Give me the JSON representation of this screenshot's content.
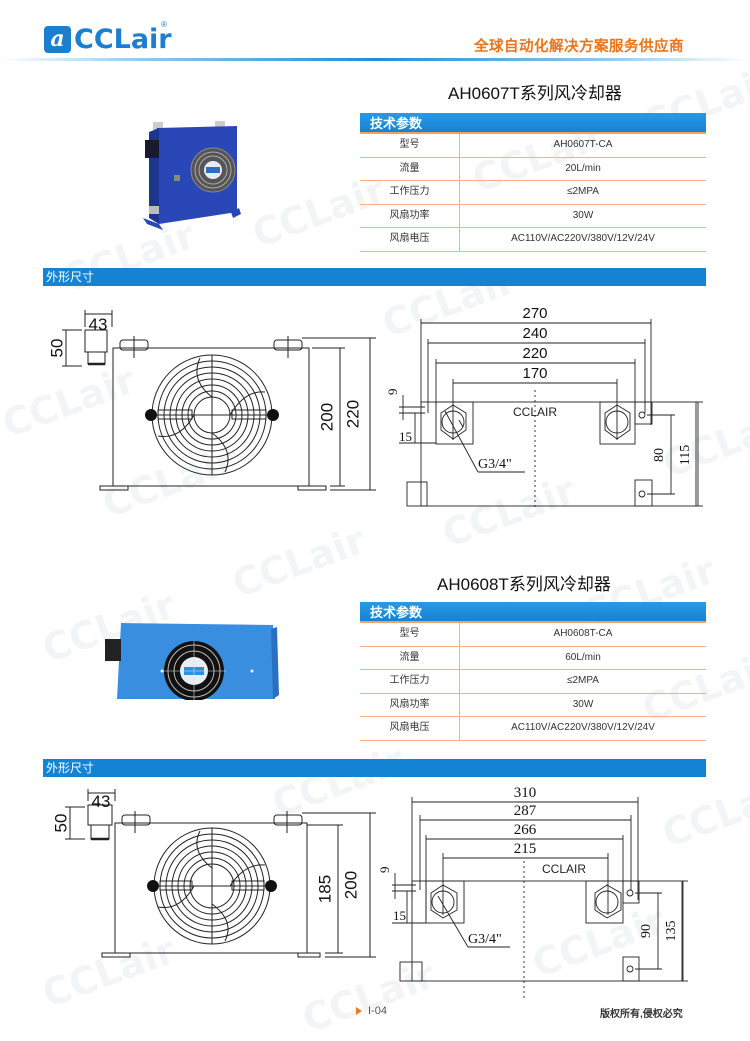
{
  "header": {
    "brand": "CCLair",
    "logo_mark": "a",
    "reg_symbol": "®",
    "slogan": "全球自动化解决方案服务供应商"
  },
  "products": [
    {
      "title": "AH0607T系列风冷却器",
      "spec_header": "技术参数",
      "specs": [
        {
          "label": "型号",
          "value": "AH0607T-CA"
        },
        {
          "label": "流量",
          "value": "20L/min"
        },
        {
          "label": "工作压力",
          "value": "≤2MPA"
        },
        {
          "label": "风扇功率",
          "value": "30W"
        },
        {
          "label": "风扇电压",
          "value": "AC110V/AC220V/380V/12V/24V"
        }
      ],
      "dimension_band": "外形尺寸",
      "front_view": {
        "connector_width": "43",
        "connector_height": "50",
        "body_height": "200",
        "total_height": "220"
      },
      "top_view": {
        "widths": [
          "270",
          "240",
          "220",
          "170"
        ],
        "offset_9": "9",
        "offset_15": "15",
        "port": "G3/4\"",
        "label": "CCLAIR",
        "mount_spacing": "80",
        "depth": "115"
      }
    },
    {
      "title": "AH0608T系列风冷却器",
      "spec_header": "技术参数",
      "specs": [
        {
          "label": "型号",
          "value": "AH0608T-CA"
        },
        {
          "label": "流量",
          "value": "60L/min"
        },
        {
          "label": "工作压力",
          "value": "≤2MPA"
        },
        {
          "label": "风扇功率",
          "value": "30W"
        },
        {
          "label": "风扇电压",
          "value": "AC110V/AC220V/380V/12V/24V"
        }
      ],
      "dimension_band": "外形尺寸",
      "front_view": {
        "connector_width": "43",
        "connector_height": "50",
        "body_height": "185",
        "total_height": "200"
      },
      "top_view": {
        "widths": [
          "310",
          "287",
          "266",
          "215"
        ],
        "offset_9": "9",
        "offset_15": "15",
        "port": "G3/4\"",
        "label": "CCLAIR",
        "mount_spacing": "90",
        "depth": "135"
      }
    }
  ],
  "footer": {
    "page_number": "I-04",
    "copyright": "版权所有,侵权必究"
  },
  "colors": {
    "brand_blue": "#1583d3",
    "accent_orange": "#e8741c",
    "table_line": "#f3b183"
  },
  "watermark": "CCLair"
}
